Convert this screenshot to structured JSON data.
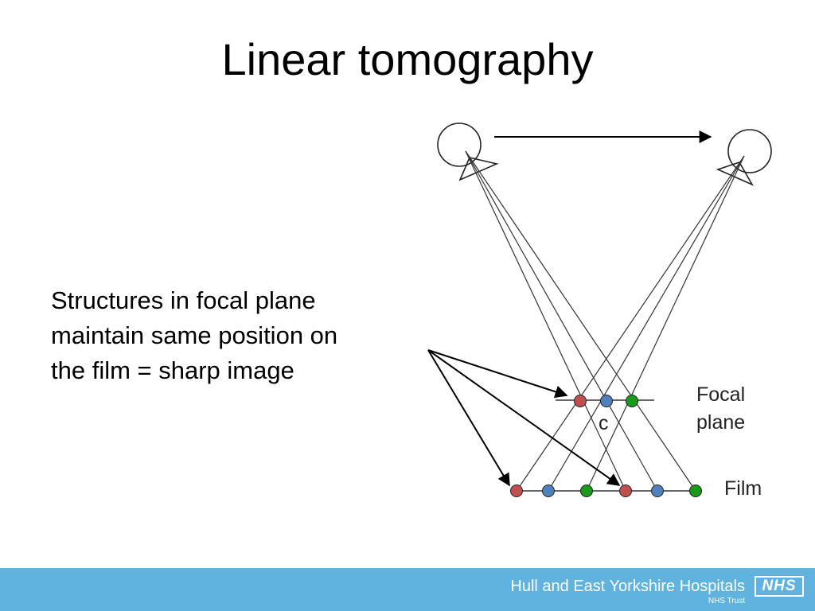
{
  "slide": {
    "title": "Linear tomography",
    "body_lines": [
      "Structures in focal plane",
      "maintain same position on",
      "the film = sharp image"
    ]
  },
  "diagram": {
    "label_c": "c",
    "focal_plane_label": [
      "Focal",
      "plane"
    ],
    "film_label": "Film",
    "colors": {
      "red": "#c0504d",
      "blue": "#4f81bd",
      "green": "#1a9a1a",
      "line": "#333333"
    }
  },
  "footer": {
    "organization": "Hull and East Yorkshire Hospitals",
    "subtitle": "NHS Trust",
    "logo_text": "NHS",
    "background": "#5fb3de"
  }
}
